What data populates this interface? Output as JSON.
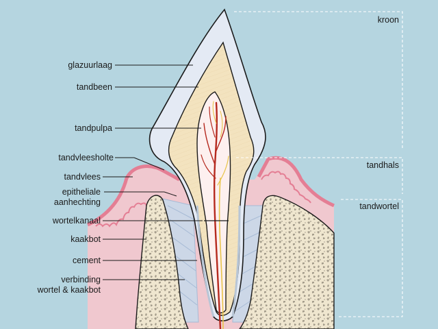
{
  "labels": {
    "glazuurlaag": "glazuurlaag",
    "tandbeen": "tandbeen",
    "tandpulpa": "tandpulpa",
    "tandvleesholte": "tandvleesholte",
    "tandvlees": "tandvlees",
    "epitheliale_1": "epitheliale",
    "epitheliale_2": "aanhechting",
    "wortelkanaal": "wortelkanaal",
    "kaakbot": "kaakbot",
    "cement": "cement",
    "verbinding_1": "verbinding",
    "verbinding_2": "wortel & kaakbot"
  },
  "regions": {
    "kroon": "kroon",
    "tandhals": "tandhals",
    "tandwortel": "tandwortel"
  },
  "colors": {
    "background": "#b5d5e0",
    "enamel": "#e4eaf4",
    "dentin": "#f3e3bf",
    "pulp": "#fdf0ef",
    "gum": "#f0c8cf",
    "gum_edge": "#e47e94",
    "bone": "#efe6cf",
    "bone_speckle": "#a59d8c",
    "nerve_red": "#b5291e",
    "nerve_yellow": "#e8c449"
  }
}
